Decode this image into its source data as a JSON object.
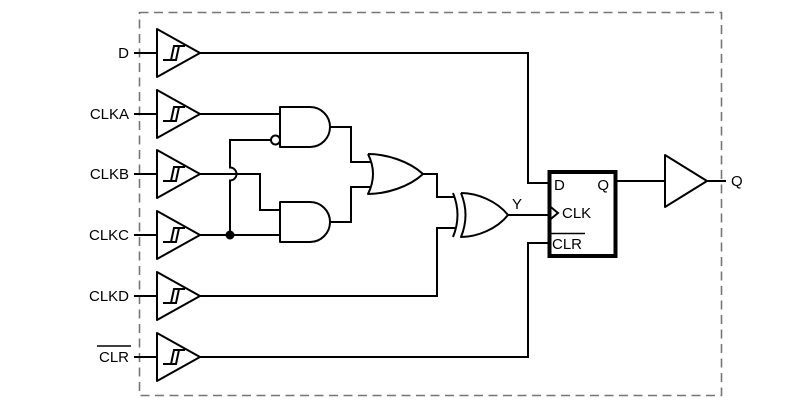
{
  "colors": {
    "wire": "#000000",
    "text": "#000000",
    "dashed_outline": "#767676",
    "background": "#ffffff"
  },
  "outline_style": "dashed-package-boundary",
  "inputs": [
    {
      "label": "D",
      "overline": false,
      "buffer": "schmitt-trigger"
    },
    {
      "label": "CLKA",
      "overline": false,
      "buffer": "schmitt-trigger"
    },
    {
      "label": "CLKB",
      "overline": false,
      "buffer": "schmitt-trigger"
    },
    {
      "label": "CLKC",
      "overline": false,
      "buffer": "schmitt-trigger"
    },
    {
      "label": "CLKD",
      "overline": false,
      "buffer": "schmitt-trigger"
    },
    {
      "label": "CLR",
      "overline": true,
      "buffer": "schmitt-trigger"
    }
  ],
  "gates": [
    {
      "id": "and1",
      "type": "AND",
      "inputs": [
        "CLKA",
        "CLKC"
      ],
      "inverted_inputs": [
        "CLKC"
      ]
    },
    {
      "id": "and2",
      "type": "AND",
      "inputs": [
        "CLKB",
        "CLKC"
      ],
      "inverted_inputs": []
    },
    {
      "id": "or1",
      "type": "OR",
      "inputs": [
        "and1",
        "and2"
      ]
    },
    {
      "id": "xor1",
      "type": "XOR",
      "inputs": [
        "or1",
        "CLKD"
      ],
      "output_label": "Y"
    }
  ],
  "flip_flop": {
    "pins": {
      "d": "D",
      "q": "Q",
      "clk": "CLK",
      "clr": "CLR"
    },
    "clk_edge_triggered": true,
    "clr_overline": true
  },
  "output": {
    "label": "Q",
    "buffer": "buffer"
  }
}
